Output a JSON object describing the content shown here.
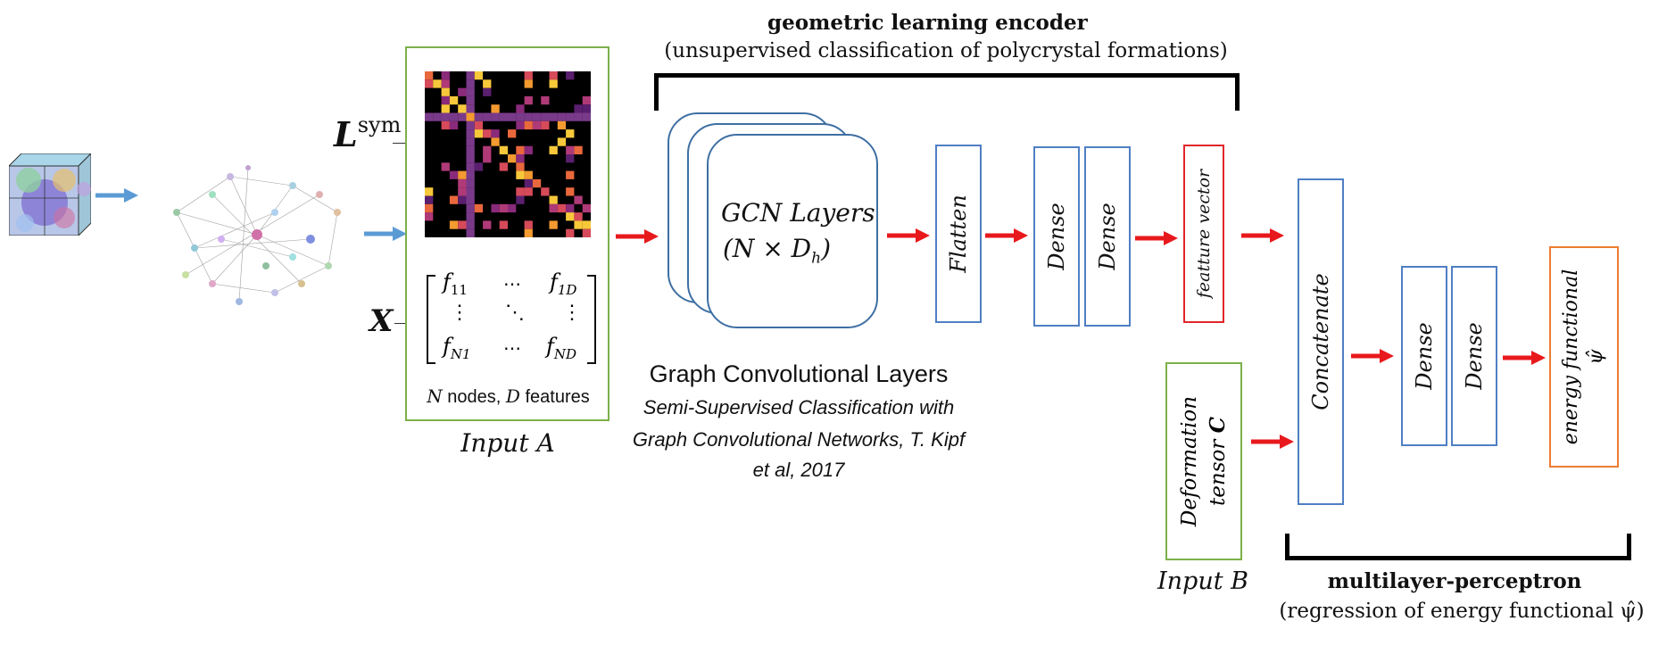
{
  "encoder": {
    "title": "geometric learning encoder",
    "subtitle": "(unsupervised classification of polycrystal formations)"
  },
  "mlp": {
    "title": "multilayer-perceptron",
    "subtitle": "(regression of energy functional ψ̂)"
  },
  "input_a": {
    "label": "Input A",
    "lsym_main": "L",
    "lsym_sup": "sym",
    "x_label": "X",
    "matrix": {
      "f11": "f",
      "f11_sub": "11",
      "f1D": "f",
      "f1D_sub": "1D",
      "fN1": "f",
      "fN1_sub": "N1",
      "fND": "f",
      "fND_sub": "ND",
      "hdots": "⋯",
      "vdots": "⋮",
      "ddots": "⋱"
    },
    "caption_n": "N",
    "caption_nodes": " nodes, ",
    "caption_d": "D",
    "caption_features": " features"
  },
  "gcn": {
    "line1": "GCN Layers",
    "line2": "(N × D",
    "line2_sub": "h",
    "line2_end": ")",
    "caption_title": "Graph Convolutional Layers",
    "caption_ref1": "Semi-Supervised Classification with",
    "caption_ref2": "Graph Convolutional Networks, T. Kipf",
    "caption_ref3": "et al, 2017"
  },
  "layers": {
    "flatten": "Flatten",
    "dense1": "Dense",
    "dense2": "Dense",
    "feature_vector": "featture vector",
    "concatenate": "Concatenate",
    "dense3": "Dense",
    "dense4": "Dense",
    "energy_line1": "energy functional",
    "energy_line2": "ψ̂"
  },
  "input_b": {
    "label": "Input B",
    "line1": "Deformation",
    "line2": "tensor ",
    "line2_bold": "C"
  },
  "colors": {
    "blue_arrow": "#5b9bd5",
    "red_arrow": "#e8191c",
    "box_blue": "#4f7fc4",
    "box_green": "#7cb04a",
    "box_red": "#e0262a",
    "box_orange": "#ed7d31"
  }
}
